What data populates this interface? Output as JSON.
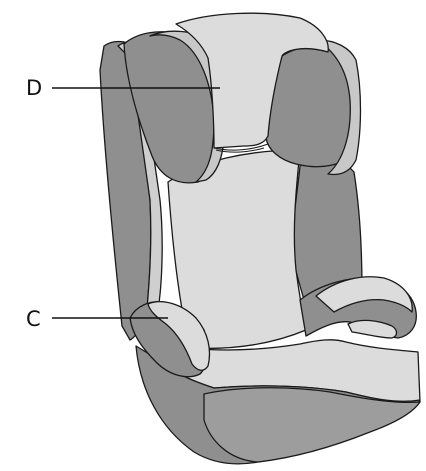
{
  "colors": {
    "background": "#ffffff",
    "fabric_light": "#dcdcdc",
    "fabric_dark": "#8f8f8f",
    "fabric_mid": "#b4b4b4",
    "outline": "#1a1a1a"
  },
  "callouts": [
    {
      "id": "D",
      "label": "D",
      "target": "headrest"
    },
    {
      "id": "C",
      "label": "C",
      "target": "armrest"
    }
  ]
}
